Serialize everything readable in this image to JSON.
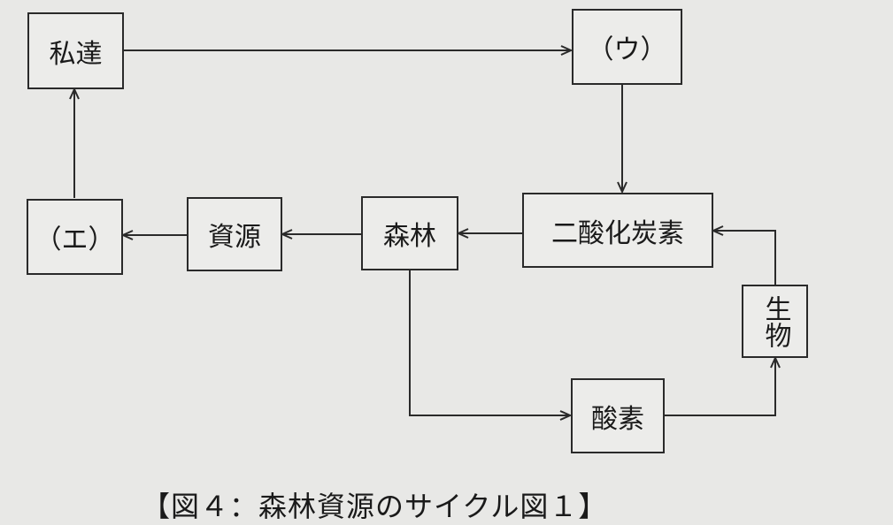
{
  "nodes": {
    "watashitachi": "私達",
    "u": "（ウ）",
    "e": "（エ）",
    "shigen": "資源",
    "shinrin": "森林",
    "nisankatanso": "二酸化炭素",
    "seibutsu": "生物",
    "sanso": "酸素"
  },
  "caption": "【図４：森林資源のサイクル図１】",
  "colors": {
    "background": "#e8e8e6",
    "line": "#2a2a2a"
  }
}
